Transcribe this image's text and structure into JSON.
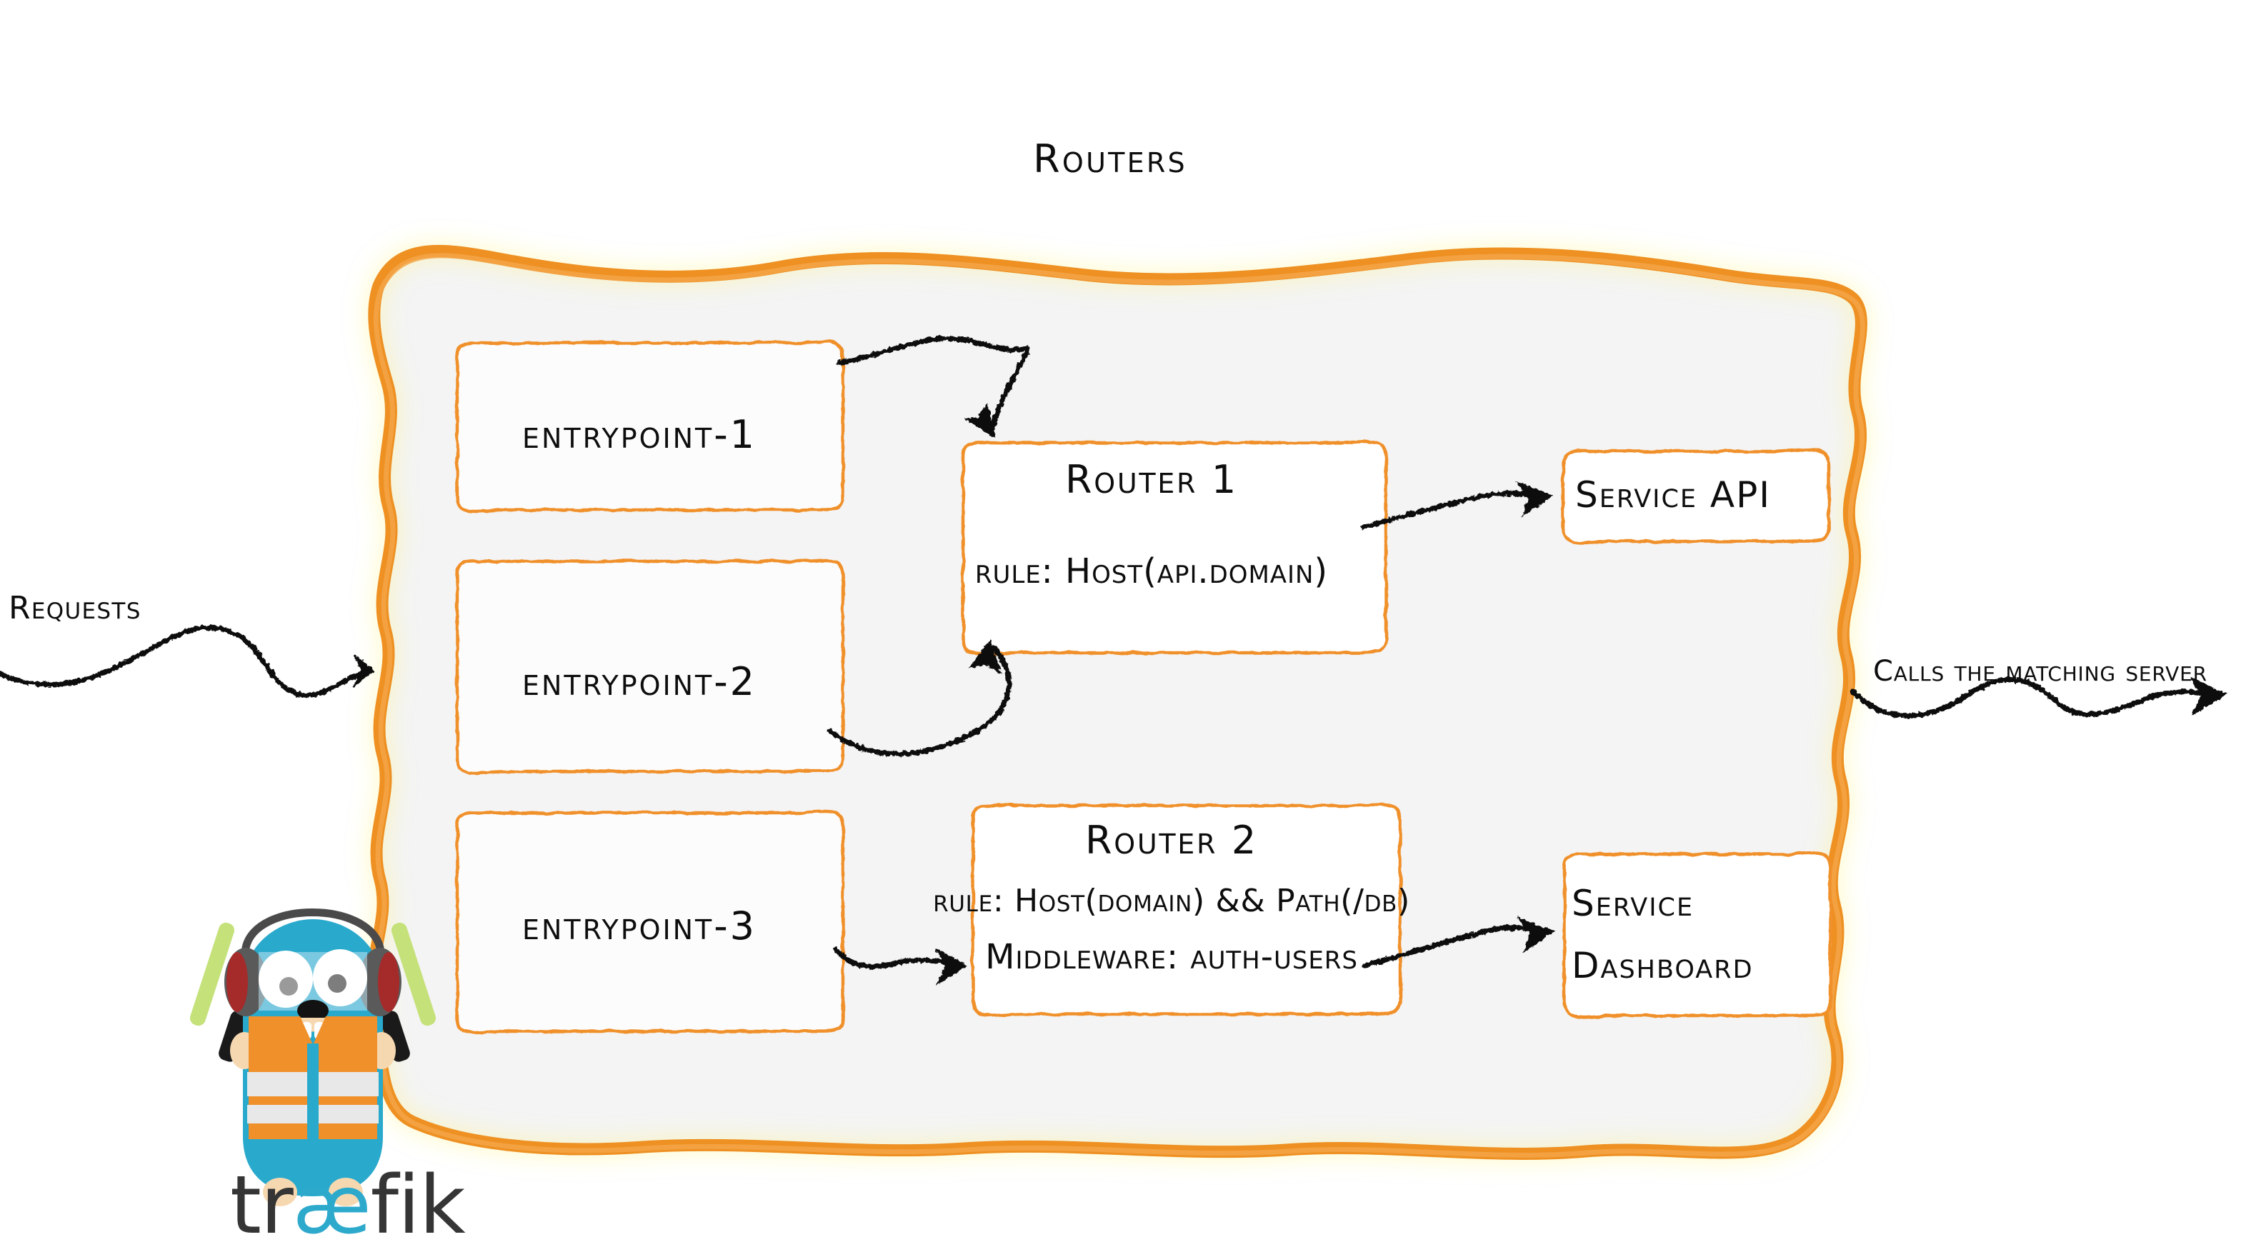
{
  "diagram": {
    "title": "Routers",
    "brand": "traefik",
    "accent_orange": "#EE9024",
    "panel_fill": "#F4F4F4",
    "box_border": "#F0902B",
    "box_fill": "#FCFCFC",
    "ink": "#0D0D0D"
  },
  "panel": {
    "heading": "Routers"
  },
  "entrypoints": [
    {
      "label": "entrypoint-1"
    },
    {
      "label": "entrypoint-2"
    },
    {
      "label": "entrypoint-3"
    }
  ],
  "routers": [
    {
      "title": "Router 1",
      "rule": "rule: Host(api.domain)"
    },
    {
      "title": "Router 2",
      "rule": "rule: Host(domain) && Path(/db)",
      "middleware": "Middleware: auth-users"
    }
  ],
  "services": [
    {
      "label": "Service API"
    },
    {
      "line1": "Service",
      "line2": "Dashboard"
    }
  ],
  "flow_labels": {
    "inbound": "Requests",
    "outbound": "Calls the matching server"
  },
  "logo": {
    "name_part_1": "tr",
    "name_part_2": "æ",
    "name_part_3": "fik",
    "body_color": "#29A9CC",
    "vest_color": "#F0902B",
    "stripe_color": "#E8E8E8",
    "wand_color": "#C5E17A",
    "headphone_color": "#5A5A5A",
    "headphone_accent": "#A52A2A",
    "skin_color": "#F6D8B0",
    "wordmark_dark": "#353535",
    "wordmark_cyan": "#2DA9CC"
  }
}
